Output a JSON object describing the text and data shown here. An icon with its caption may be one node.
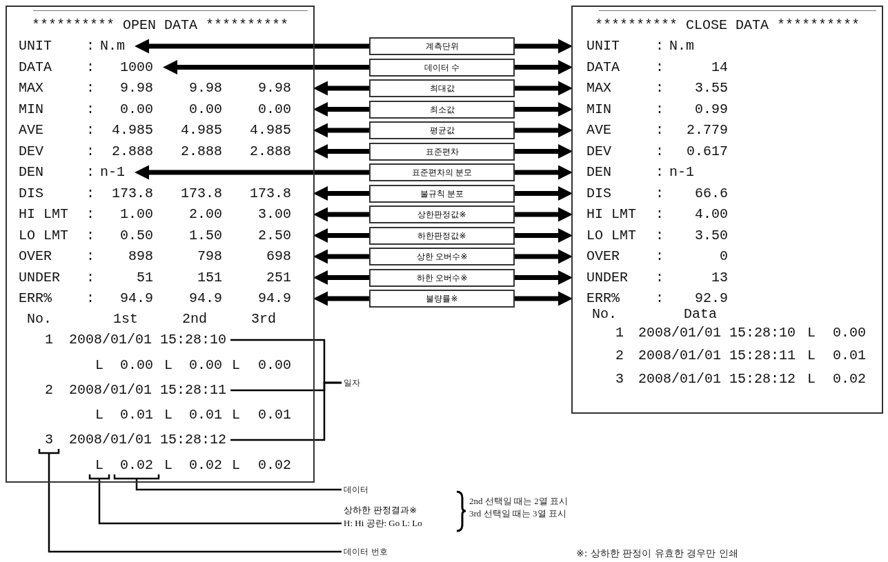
{
  "diagram": {
    "nodes": [
      {
        "text": [
          "********** OPEN DATA **********"
        ]
      },
      {
        "text": [
          "UNIT",
          ":",
          "N.m"
        ],
        "in": 0
      },
      {
        "text": [
          "DATA",
          ":",
          "1000"
        ],
        "in": 0
      },
      {
        "text": [
          "MAX",
          ":",
          "9.98",
          "9.98",
          "9.98"
        ],
        "in": 0
      },
      {
        "text": [
          "MIN",
          ":",
          "0.00",
          "0.00",
          "0.00"
        ],
        "in": 0
      },
      {
        "text": [
          "AVE",
          ":",
          "4.985",
          "4.985",
          "4.985"
        ],
        "in": 0
      },
      {
        "text": [
          "DEV",
          ":",
          "2.888",
          "2.888",
          "2.888"
        ],
        "in": 0
      },
      {
        "text": [
          "DEN",
          ":",
          "n-1"
        ],
        "in": 0
      },
      {
        "text": [
          "DIS",
          ":",
          "173.8",
          "173.8",
          "173.8"
        ],
        "in": 0
      },
      {
        "text": [
          "HI LMT",
          ":",
          "1.00",
          "2.00",
          "3.00"
        ],
        "in": 0
      },
      {
        "text": [
          "LO LMT",
          ":",
          "0.50",
          "1.50",
          "2.50"
        ],
        "in": 0
      },
      {
        "text": [
          "OVER",
          ":",
          "898",
          "798",
          "698"
        ],
        "in": 0
      },
      {
        "text": [
          "UNDER",
          ":",
          "51",
          "151",
          "251"
        ],
        "in": 0
      },
      {
        "text": [
          "ERR%",
          ":",
          "94.9",
          "94.9",
          "94.9"
        ],
        "in": 0
      },
      {
        "text": [
          "No.",
          "1st",
          "2nd",
          "3rd"
        ],
        "in": 0
      },
      {
        "text": [
          "1"
        ],
        "in": 0
      },
      {
        "text": [
          "2008/01/01 15:28:10"
        ],
        "in": 0
      },
      {
        "text": [
          "L",
          "0.00",
          "L",
          "0.00",
          "L",
          "0.00"
        ],
        "in": 0
      },
      {
        "text": [
          "2"
        ],
        "in": 0
      },
      {
        "text": [
          "2008/01/01 15:28:11"
        ],
        "in": 0
      },
      {
        "text": [
          "L",
          "0.01",
          "L",
          "0.01",
          "L",
          "0.01"
        ],
        "in": 0
      },
      {
        "text": [
          "3"
        ],
        "in": 0
      },
      {
        "text": [
          "2008/01/01 15:28:12"
        ],
        "in": 0
      },
      {
        "text": [
          "L"
        ],
        "in": 0
      },
      {
        "text": [
          "0.02"
        ],
        "in": 0
      },
      {
        "text": [
          "L",
          "0.02",
          "L",
          "0.02"
        ],
        "in": 0
      },
      {
        "text": [
          "계측단위"
        ]
      },
      {
        "text": [
          "데이터 수"
        ]
      },
      {
        "text": [
          "최대값"
        ]
      },
      {
        "text": [
          "최소값"
        ]
      },
      {
        "text": [
          "평균값"
        ]
      },
      {
        "text": [
          "표준편차"
        ]
      },
      {
        "text": [
          "표준편차의 분모"
        ]
      },
      {
        "text": [
          "불규칙 분포"
        ]
      },
      {
        "text": [
          "상한판정값※"
        ]
      },
      {
        "text": [
          "하한판정값※"
        ]
      },
      {
        "text": [
          "상한 오버수※"
        ]
      },
      {
        "text": [
          "하한 오버수※"
        ]
      },
      {
        "text": [
          "불량률※"
        ]
      },
      {
        "text": [
          "********** CLOSE DATA **********"
        ]
      },
      {
        "text": [
          "UNIT",
          ":",
          "N.m"
        ],
        "in": 39
      },
      {
        "text": [
          "DATA",
          ":",
          "14"
        ],
        "in": 39
      },
      {
        "text": [
          "MAX",
          ":",
          "3.55"
        ],
        "in": 39
      },
      {
        "text": [
          "MIN",
          ":",
          "0.99"
        ],
        "in": 39
      },
      {
        "text": [
          "AVE",
          ":",
          "2.779"
        ],
        "in": 39
      },
      {
        "text": [
          "DEV",
          ":",
          "0.617"
        ],
        "in": 39
      },
      {
        "text": [
          "DEN",
          ":",
          "n-1"
        ],
        "in": 39
      },
      {
        "text": [
          "DIS",
          ":",
          "66.6"
        ],
        "in": 39
      },
      {
        "text": [
          "HI LMT",
          ":",
          "4.00"
        ],
        "in": 39
      },
      {
        "text": [
          "LO LMT",
          ":",
          "3.50"
        ],
        "in": 39
      },
      {
        "text": [
          "OVER",
          ":",
          "0"
        ],
        "in": 39
      },
      {
        "text": [
          "UNDER",
          ":",
          "13"
        ],
        "in": 39
      },
      {
        "text": [
          "ERR%",
          ":",
          "92.9"
        ],
        "in": 39
      },
      {
        "text": [
          "No.",
          "Data"
        ],
        "in": 39
      },
      {
        "text": [
          "1",
          "2008/01/01 15:28:10",
          "L",
          "0.00"
        ],
        "in": 39
      },
      {
        "text": [
          "2",
          "2008/01/01 15:28:11",
          "L",
          "0.01"
        ],
        "in": 39
      },
      {
        "text": [
          "3",
          "2008/01/01 15:28:12",
          "L",
          "0.02"
        ],
        "in": 39
      },
      {
        "text": [
          "일자"
        ]
      },
      {
        "text": [
          "데이터"
        ]
      },
      {
        "text": [
          "상하한 판정결과※",
          "H: Hi 공란: Go L: Lo"
        ]
      },
      {
        "text": [
          "데이터 번호"
        ]
      }
    ],
    "edges": [
      {
        "from": 26,
        "to": 1,
        "arrow": "to"
      },
      {
        "from": 26,
        "to": 40,
        "arrow": "to"
      },
      {
        "from": 27,
        "to": 2,
        "arrow": "to"
      },
      {
        "from": 27,
        "to": 41,
        "arrow": "to"
      },
      {
        "from": 28,
        "to": 3,
        "arrow": "to"
      },
      {
        "from": 28,
        "to": 42,
        "arrow": "to"
      },
      {
        "from": 29,
        "to": 4,
        "arrow": "to"
      },
      {
        "from": 29,
        "to": 43,
        "arrow": "to"
      },
      {
        "from": 30,
        "to": 5,
        "arrow": "to"
      },
      {
        "from": 30,
        "to": 44,
        "arrow": "to"
      },
      {
        "from": 31,
        "to": 6,
        "arrow": "to"
      },
      {
        "from": 31,
        "to": 45,
        "arrow": "to"
      },
      {
        "from": 32,
        "to": 7,
        "arrow": "to"
      },
      {
        "from": 32,
        "to": 46,
        "arrow": "to"
      },
      {
        "from": 33,
        "to": 8,
        "arrow": "to"
      },
      {
        "from": 33,
        "to": 47,
        "arrow": "to"
      },
      {
        "from": 34,
        "to": 9,
        "arrow": "to"
      },
      {
        "from": 34,
        "to": 48,
        "arrow": "to"
      },
      {
        "from": 35,
        "to": 10,
        "arrow": "to"
      },
      {
        "from": 35,
        "to": 49,
        "arrow": "to"
      },
      {
        "from": 36,
        "to": 11,
        "arrow": "to"
      },
      {
        "from": 36,
        "to": 50,
        "arrow": "to"
      },
      {
        "from": 37,
        "to": 12,
        "arrow": "to"
      },
      {
        "from": 37,
        "to": 51,
        "arrow": "to"
      },
      {
        "from": 38,
        "to": 13,
        "arrow": "to"
      },
      {
        "from": 38,
        "to": 52,
        "arrow": "to"
      },
      {
        "from": 57,
        "to": 16,
        "arrow": "none"
      },
      {
        "from": 57,
        "to": 19,
        "arrow": "none"
      },
      {
        "from": 57,
        "to": 22,
        "arrow": "none"
      },
      {
        "from": 58,
        "to": 24,
        "arrow": "none"
      },
      {
        "from": 59,
        "to": 23,
        "arrow": "none"
      },
      {
        "from": 60,
        "to": 21,
        "arrow": "none"
      }
    ],
    "labels": [
      "2nd 선택일 때는 2열 표시",
      "3rd 선택일 때는 3열 표시",
      "※: 상하한 판정이 유효한 경우만 인쇄"
    ]
  }
}
